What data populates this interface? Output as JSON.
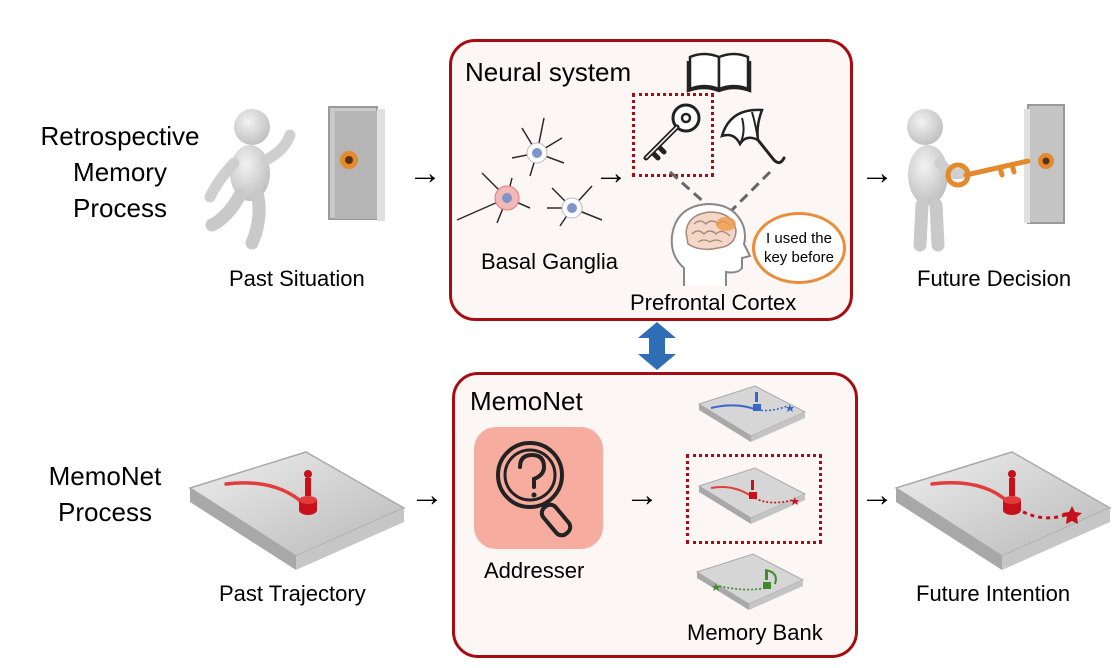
{
  "top_row": {
    "title_lines": [
      "Retrospective",
      "Memory",
      "Process"
    ],
    "past_label": "Past Situation",
    "future_label": "Future Decision",
    "panel": {
      "title": "Neural system",
      "basal_label": "Basal Ganglia",
      "cortex_label": "Prefrontal Cortex",
      "bubble_line1": "I used the",
      "bubble_line2": "key before"
    }
  },
  "bottom_row": {
    "title_lines": [
      "MemoNet",
      "Process"
    ],
    "past_label": "Past Trajectory",
    "future_label": "Future Intention",
    "panel": {
      "title": "MemoNet",
      "addresser_label": "Addresser",
      "memory_bank_label": "Memory Bank"
    }
  },
  "arrow_glyph": "→",
  "colors": {
    "panel_border": "#a50d12",
    "panel_fill": "#fcf6f4",
    "trajectory_red": "#c8101a",
    "trajectory_blue": "#3a66c8",
    "trajectory_green": "#3f8a2a",
    "double_arrow_blue": "#2f6db5",
    "addresser_tile": "#f6ada0",
    "key_orange": "#e38a2c"
  },
  "icons": [
    "person-walking-icon",
    "door-icon",
    "book-icon",
    "key-icon",
    "umbrella-icon",
    "neuron-icon",
    "brain-head-icon",
    "speech-bubble-icon",
    "person-opening-door-icon",
    "magnifier-question-icon",
    "trajectory-tablet-icon",
    "double-arrow-icon"
  ]
}
